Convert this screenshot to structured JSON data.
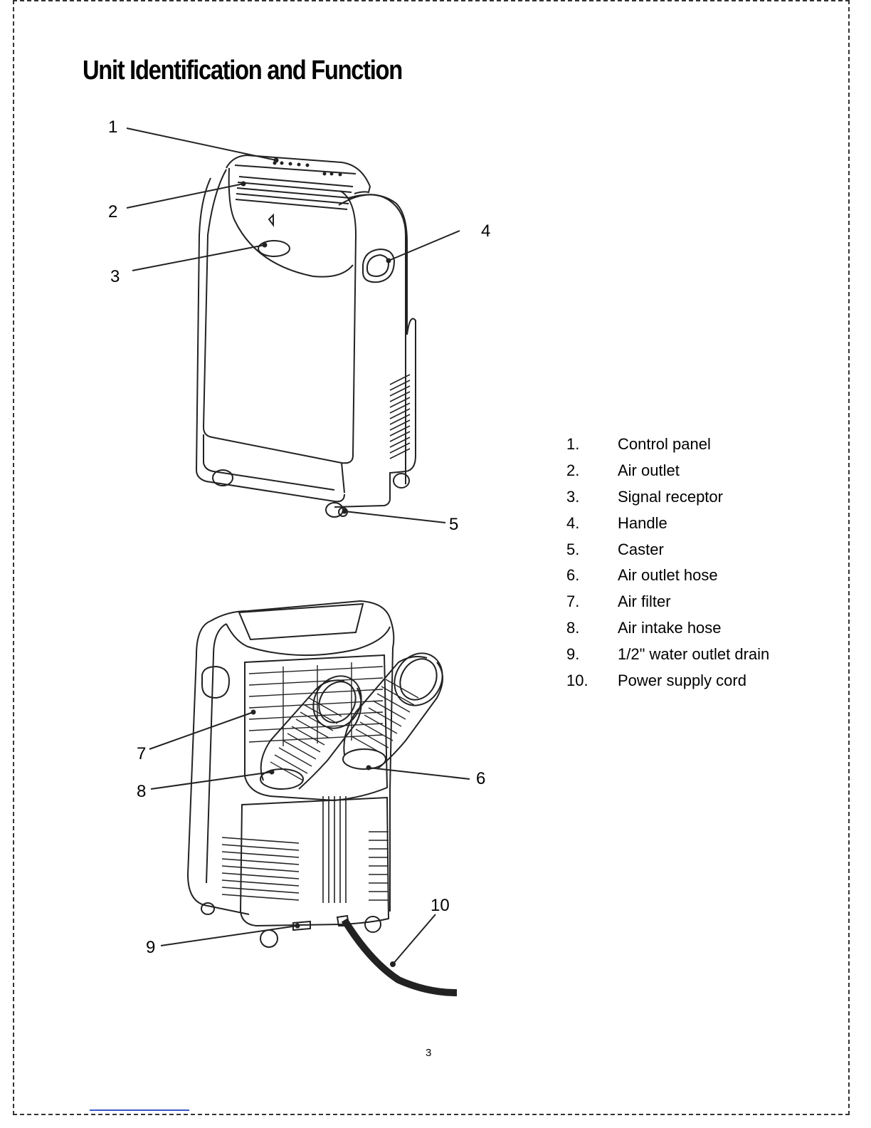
{
  "page": {
    "title": "Unit Identification and Function",
    "page_number": "3"
  },
  "callouts": {
    "front": [
      "1",
      "2",
      "3",
      "4",
      "5"
    ],
    "rear": [
      "6",
      "7",
      "8",
      "9",
      "10"
    ]
  },
  "parts": [
    {
      "num": "1.",
      "label": "Control panel"
    },
    {
      "num": "2.",
      "label": "Air outlet"
    },
    {
      "num": "3.",
      "label": "Signal receptor"
    },
    {
      "num": "4.",
      "label": "Handle"
    },
    {
      "num": "5.",
      "label": "Caster"
    },
    {
      "num": "6.",
      "label": "Air outlet hose"
    },
    {
      "num": "7.",
      "label": "Air filter"
    },
    {
      "num": "8.",
      "label": "Air intake hose"
    },
    {
      "num": "9.",
      "label": "1/2\" water outlet drain"
    },
    {
      "num": "10.",
      "label": "Power supply cord"
    }
  ]
}
